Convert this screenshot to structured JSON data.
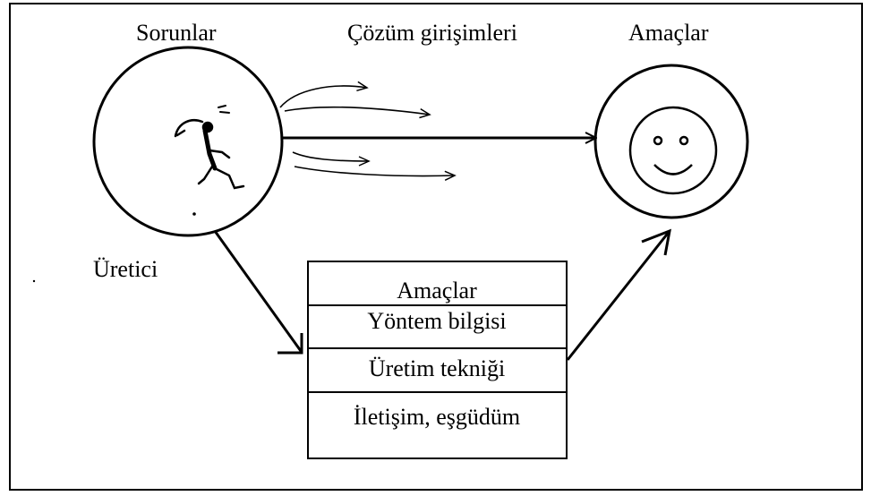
{
  "headers": {
    "problems": "Sorunlar",
    "solution_attempts": "Çözüm girişimleri",
    "goals": "Amaçlar"
  },
  "producer_label": "Üretici",
  "box_items": [
    "Amaçlar",
    "Yöntem bilgisi",
    "Üretim tekniği",
    "İletişim, eşgüdüm"
  ],
  "icons": {
    "left_circle": "struggling-person-icon",
    "right_circle": "smiley-face-icon"
  }
}
